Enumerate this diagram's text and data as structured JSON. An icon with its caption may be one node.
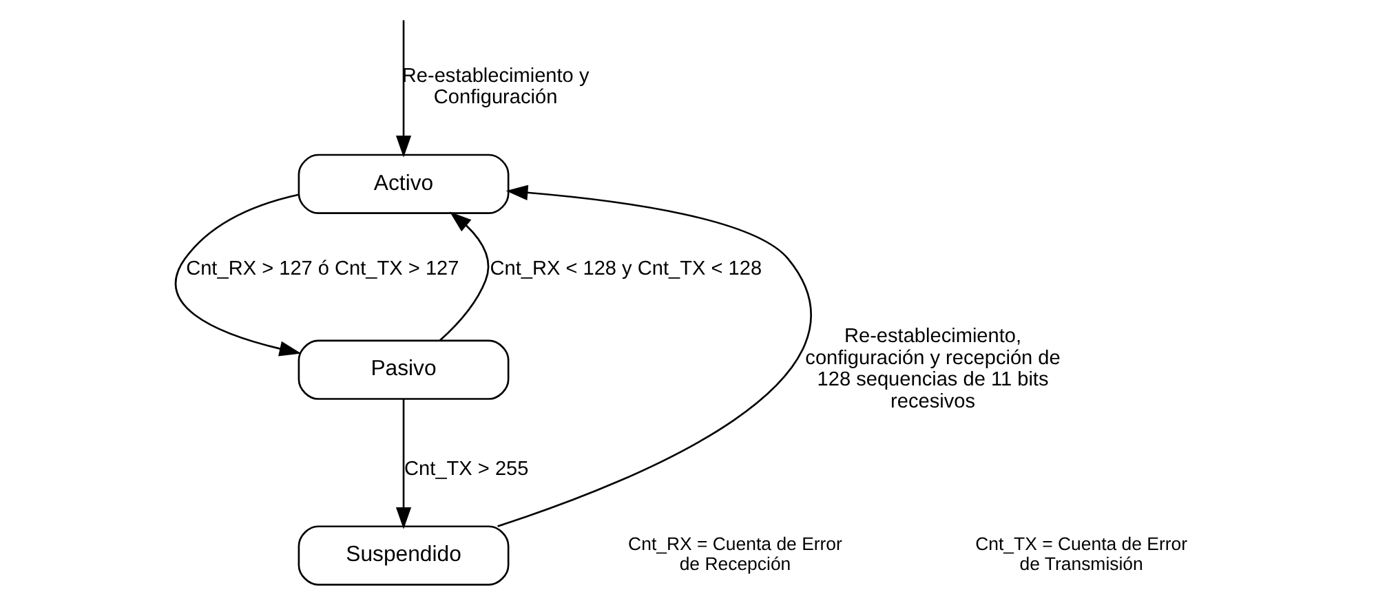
{
  "diagram": {
    "nodes": [
      {
        "text": [
          "Activo"
        ]
      },
      {
        "text": [
          "Pasivo"
        ]
      },
      {
        "text": [
          "Suspendido"
        ]
      }
    ],
    "edges": [
      {
        "from": null,
        "to": 0,
        "arrow": "to",
        "label": "Re-establecimiento y Configuración"
      },
      {
        "from": 1,
        "to": 0,
        "arrow": "to",
        "label": "Cnt_RX < 128 y Cnt_TX < 128"
      },
      {
        "from": 0,
        "to": 1,
        "arrow": "to",
        "label": "Cnt_RX > 127 ó Cnt_TX > 127"
      },
      {
        "from": 1,
        "to": 2,
        "arrow": "to",
        "label": "Cnt_TX > 255"
      },
      {
        "from": 2,
        "to": 0,
        "arrow": "to",
        "label": "Re-establecimiento, configuración y recepción de 128 sequencias de 11 bits recesivos"
      }
    ],
    "labels": [
      "Cnt_RX = Cuenta de Error de Recepción",
      "Cnt_TX = Cuenta de Error de Transmisión"
    ]
  }
}
